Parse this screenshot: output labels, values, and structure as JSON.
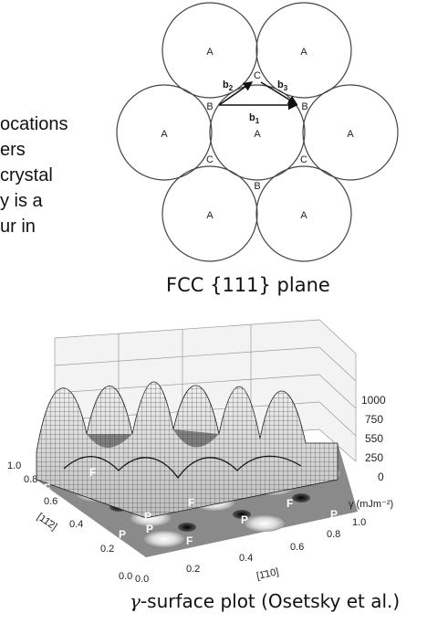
{
  "left_text": {
    "lines": [
      "ocations",
      "ers",
      "crystal",
      "y is a",
      "ur in"
    ]
  },
  "fcc_figure": {
    "caption": "FCC {111} plane",
    "site_labels": {
      "A": "A",
      "B": "B",
      "C": "C"
    },
    "vector_labels": {
      "b1": "b",
      "b1_sub": "1",
      "b2": "b",
      "b2_sub": "2",
      "b3": "b",
      "b3_sub": "3"
    }
  },
  "gamma_figure": {
    "caption_symbol": "γ",
    "caption_text": "-surface plot (Osetsky et al.)",
    "z_ticks": [
      "1000",
      "750",
      "550",
      "250",
      "0"
    ],
    "z_label": "γ (mJm⁻²)",
    "y_ticks": [
      "1.0",
      "0.8",
      "0.6",
      "0.4",
      "0.2",
      "0.0"
    ],
    "y_label": "[11̄2]",
    "x_ticks": [
      "0.0",
      "0.2",
      "0.4",
      "0.6",
      "0.8",
      "1.0"
    ],
    "x_label": "[1̄10]",
    "point_labels": {
      "F": "F",
      "P": "P"
    }
  }
}
